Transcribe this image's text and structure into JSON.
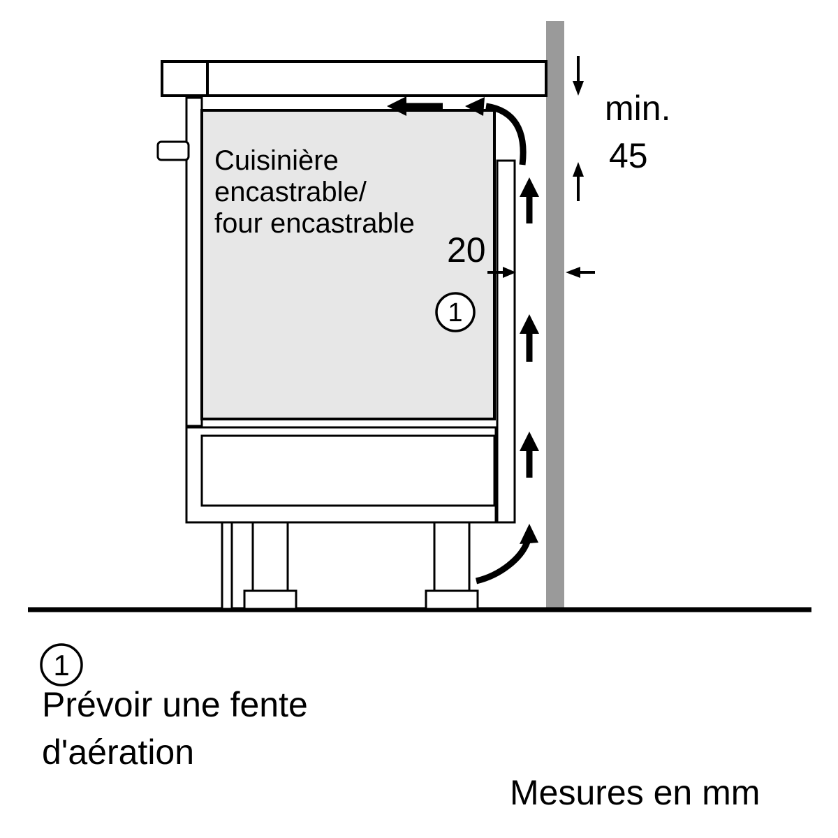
{
  "diagram": {
    "oven_label": {
      "line1": "Cuisinière",
      "line2": "encastrable/",
      "line3": "four encastrable"
    },
    "dimensions": {
      "min_label": "min.",
      "min_value": "45",
      "gap_value": "20"
    },
    "callout": {
      "number": "1"
    }
  },
  "legend": {
    "number": "1",
    "text_line1": "Prévoir une fente",
    "text_line2": "d'aération"
  },
  "footer": {
    "units_note": "Mesures en mm"
  },
  "colors": {
    "wall": "#9a9a9a",
    "oven_fill": "#e7e7e7",
    "line": "#000000",
    "background": "#ffffff"
  }
}
